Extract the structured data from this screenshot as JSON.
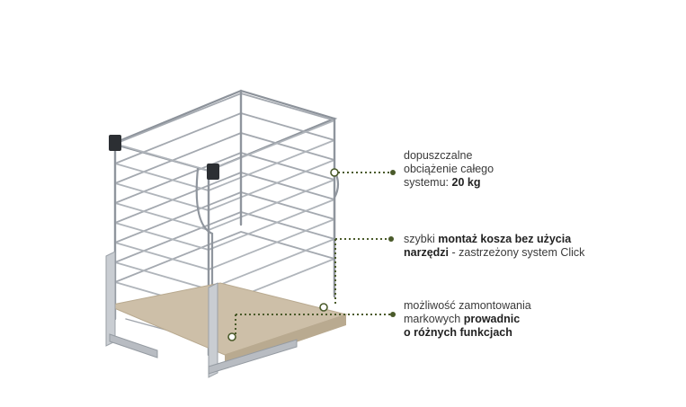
{
  "callouts": [
    {
      "line1": "dopuszczalne",
      "line2": "obciążenie całego",
      "line3_plain": "systemu: ",
      "line3_bold": "20 kg"
    },
    {
      "line1_plain": "szybki ",
      "line1_bold": "montaż kosza bez użycia",
      "line2_bold": "narzędzi",
      "line2_plain": " - zastrzeżony system Click"
    },
    {
      "line1": "możliwość zamontowania",
      "line2_plain": "markowych ",
      "line2_bold": "prowadnic",
      "line3_bold": "o różnych funkcjach"
    }
  ],
  "colors": {
    "callout_line": "#4a5a2a",
    "wire": "#9aa0a8",
    "base_plate": "#cdbfa8",
    "rail": "#b8bcc2"
  }
}
